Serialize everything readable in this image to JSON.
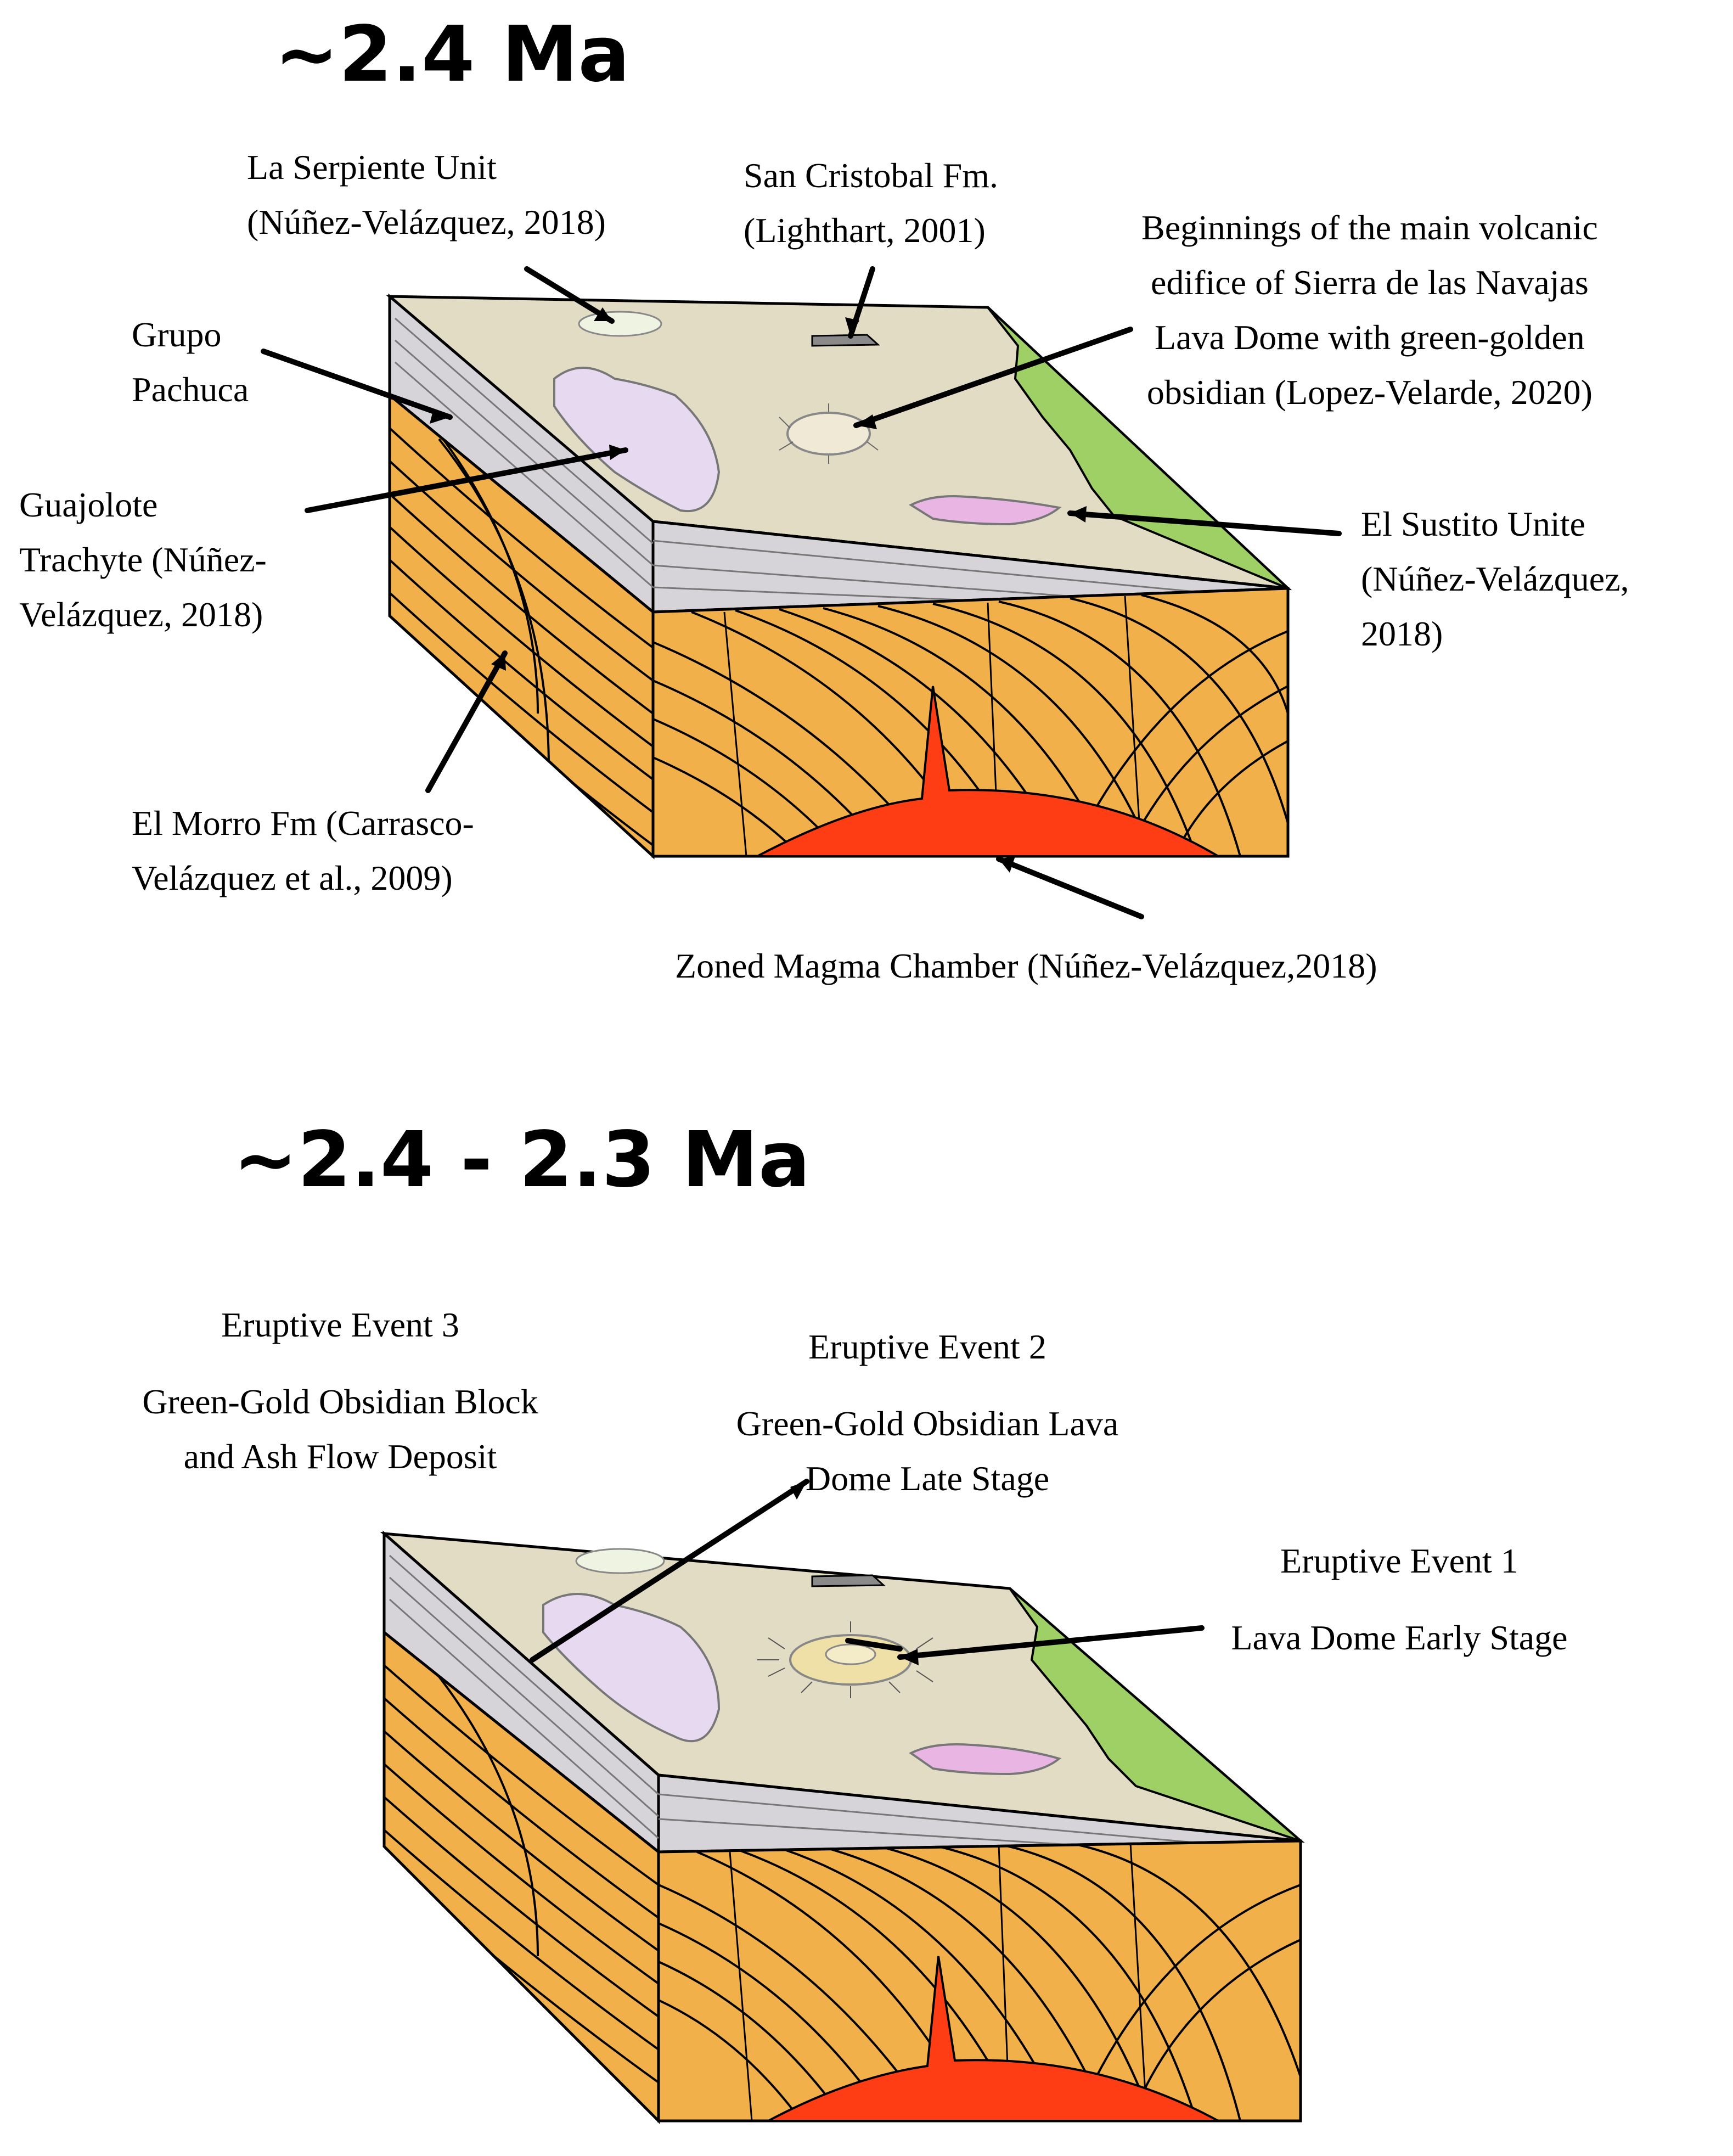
{
  "panels": [
    {
      "title": "~2.4 Ma",
      "labels": {
        "la_serpiente": [
          "La Serpiente Unit",
          "(Núñez-Velázquez, 2018)"
        ],
        "san_cristobal": [
          "San Cristobal  Fm.",
          "(Lighthart, 2001)"
        ],
        "main_edifice": [
          "Beginnings of the main volcanic",
          "edifice of Sierra de las Navajas",
          "Lava Dome with green-golden",
          "obsidian (Lopez-Velarde, 2020)"
        ],
        "grupo_pachuca": [
          "Grupo",
          "Pachuca"
        ],
        "guajolote": [
          "Guajolote",
          "Trachyte (Núñez-",
          "Velázquez, 2018)"
        ],
        "el_sustito": [
          "El Sustito Unite",
          "(Núñez-Velázquez,",
          "2018)"
        ],
        "el_morro": [
          "El Morro Fm (Carrasco-",
          "Velázquez et al., 2009)"
        ],
        "magma_chamber": [
          "Zoned Magma Chamber (Núñez-Velázquez,2018)"
        ]
      }
    },
    {
      "title": "~2.4 - 2.3 Ma",
      "labels": {
        "event3": [
          "Eruptive Event 3",
          "",
          "Green-Gold Obsidian Block",
          "and Ash Flow Deposit"
        ],
        "event2": [
          "Eruptive Event 2",
          "",
          "Green-Gold Obsidian Lava",
          "Dome Late Stage"
        ],
        "event1": [
          "Eruptive Event 1",
          "",
          "Lava Dome Early Stage"
        ]
      }
    }
  ],
  "colors": {
    "surface": "#e3dcc5",
    "gray_layer": "#d6d4d8",
    "orange_strata": "#f2b04a",
    "magma": "#ff3d14",
    "green_edge": "#9fd066",
    "lilac_flow": "#e7d9f0",
    "pink_flow": "#e9b6e4"
  }
}
